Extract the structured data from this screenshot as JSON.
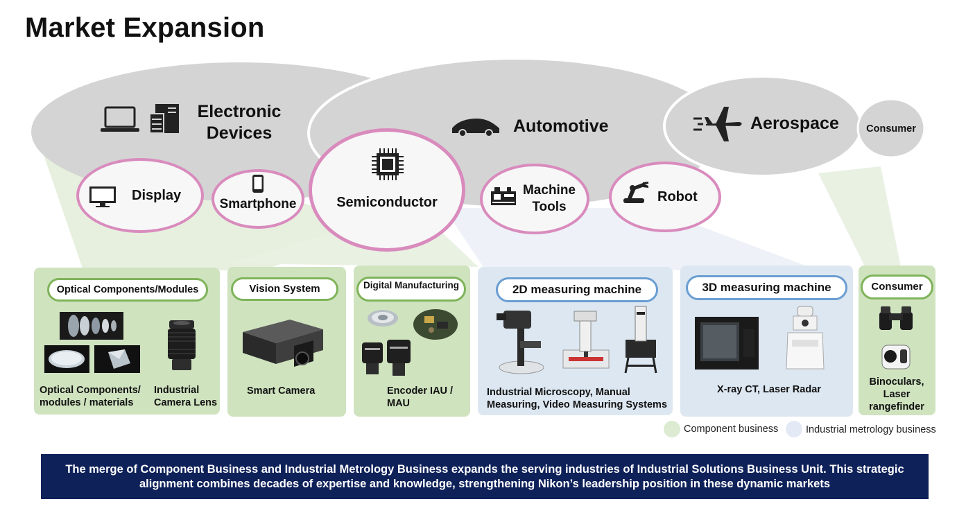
{
  "title": "Market Expansion",
  "industries": {
    "electronic_devices": "Electronic Devices",
    "automotive": "Automotive",
    "aerospace": "Aerospace",
    "consumer": "Consumer"
  },
  "applications": {
    "display": "Display",
    "smartphone": "Smartphone",
    "semiconductor": "Semiconductor",
    "machine_tools": "Machine Tools",
    "robot": "Robot"
  },
  "products": [
    {
      "header": "Optical Components/Modules",
      "captions": [
        "Optical Components/ modules / materials",
        "Industrial Camera Lens"
      ]
    },
    {
      "header": "Vision System",
      "captions": [
        "Smart Camera"
      ]
    },
    {
      "header": "Digital Manufacturing",
      "captions": [
        "Encoder IAU / MAU"
      ]
    },
    {
      "header": "2D measuring machine",
      "captions": [
        "Industrial Microscopy, Manual Measuring, Video Measuring Systems"
      ]
    },
    {
      "header": "3D measuring machine",
      "captions": [
        "X-ray CT, Laser Radar"
      ]
    },
    {
      "header": "Consumer",
      "captions": [
        "Binoculars, Laser rangefinder"
      ]
    }
  ],
  "legend": {
    "component": "Component business",
    "metrology": "Industrial metrology business",
    "component_color": "#dcebd2",
    "metrology_color": "#e3eaf6"
  },
  "banner": "The merge of Component Business and Industrial Metrology Business expands the serving industries of Industrial Solutions Business Unit. This strategic alignment combines decades of expertise and knowledge, strengthening Nikon’s leadership position in these dynamic markets",
  "icons": [
    "laptop-icon",
    "server-icon",
    "car-icon",
    "airplane-icon",
    "monitor-icon",
    "smartphone-icon",
    "chip-icon",
    "machine-tool-icon",
    "robot-arm-icon"
  ]
}
